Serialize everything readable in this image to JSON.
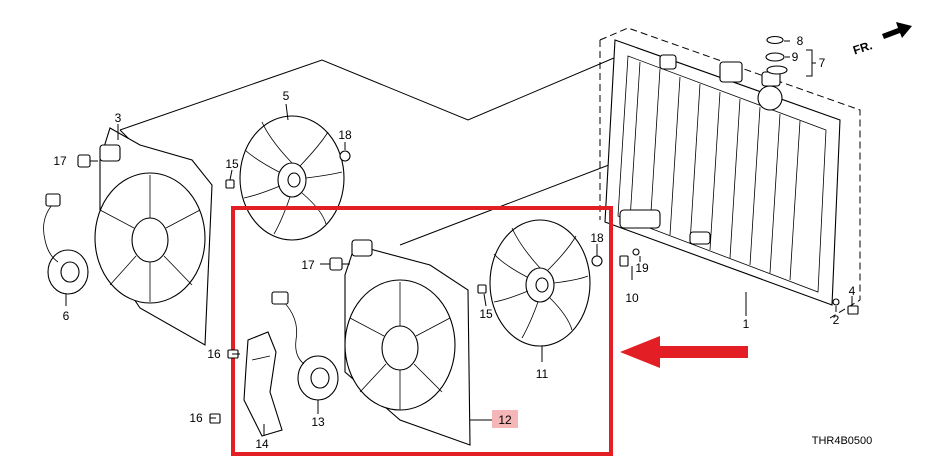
{
  "diagram": {
    "callouts": {
      "c1": "1",
      "c2": "2",
      "c3": "3",
      "c4": "4",
      "c5": "5",
      "c6": "6",
      "c7": "7",
      "c8": "8",
      "c9": "9",
      "c10": "10",
      "c11": "11",
      "c12": "12",
      "c13": "13",
      "c14": "14",
      "c15a": "15",
      "c15b": "15",
      "c16a": "16",
      "c16b": "16",
      "c17a": "17",
      "c17b": "17",
      "c18a": "18",
      "c18b": "18",
      "c19": "19"
    },
    "front_label": "FR.",
    "diagram_code": "THR4B0500",
    "highlight_color": "#e31e24",
    "selected_label_color": "#f4b6b6"
  }
}
